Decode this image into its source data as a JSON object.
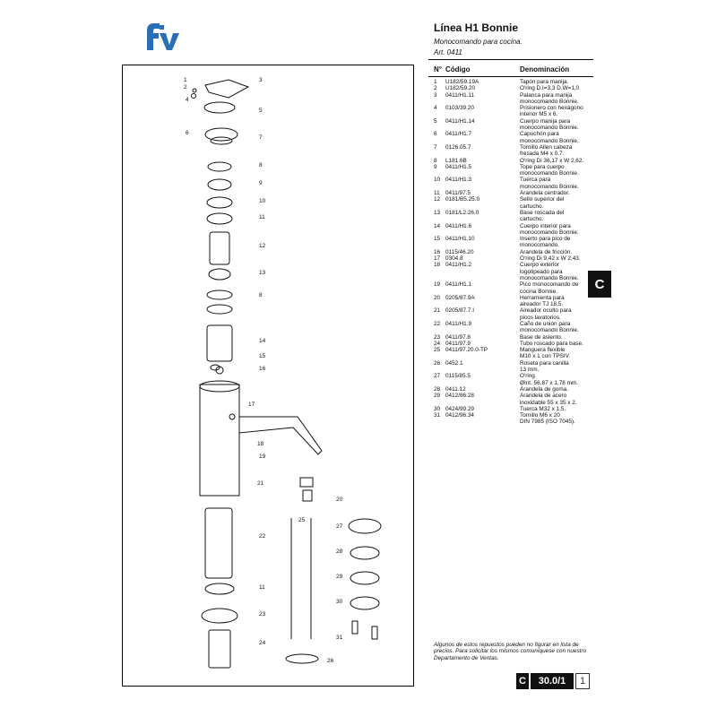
{
  "brand": {
    "logo_text": "fv",
    "logo_color": "#2a6fb5"
  },
  "header": {
    "title": "Línea H1 Bonnie",
    "subtitle": "Monocomando para cocina.",
    "article": "Art. 0411"
  },
  "table": {
    "col_no": "N°",
    "col_code": "Código",
    "col_desc": "Denominación",
    "rows": [
      {
        "n": "1",
        "code": "U182/59.19A",
        "desc": [
          "Tapón para manija."
        ]
      },
      {
        "n": "2",
        "code": "U182/59.20",
        "desc": [
          "O'ring D.I=3,3 D.W=1,0"
        ]
      },
      {
        "n": "3",
        "code": "0411/H1.11",
        "desc": [
          "Palanca para manija",
          "monocomando Bonnie."
        ]
      },
      {
        "n": "4",
        "code": "0103/39.20",
        "desc": [
          "Prisionero con hexágono",
          "interior M5 x 6."
        ]
      },
      {
        "n": "5",
        "code": "0411/H1.14",
        "desc": [
          "Cuerpo manija para",
          "monocomando Bonnie."
        ]
      },
      {
        "n": "6",
        "code": "0411/H1.7",
        "desc": [
          "Capuchón para",
          "monocomando Bonnie."
        ]
      },
      {
        "n": "7",
        "code": "0126.05.7",
        "desc": [
          "Tornillo Allen cabeza",
          "fresada M4 x 0.7."
        ]
      },
      {
        "n": "8",
        "code": "L181.6B",
        "desc": [
          "O'ring Di 36,17 x W 2,62."
        ]
      },
      {
        "n": "9",
        "code": "0411/H1.5",
        "desc": [
          "Tope para cuerpo",
          "monocomando Bonnie."
        ]
      },
      {
        "n": "10",
        "code": "0411/H1.3",
        "desc": [
          "Tuerca para",
          "monocomando Bonnie."
        ]
      },
      {
        "n": "11",
        "code": "0411/97.5",
        "desc": [
          "Arandela centrador."
        ]
      },
      {
        "n": "12",
        "code": "0181/B5.25.0",
        "desc": [
          "Sello superior del",
          "cartucho."
        ]
      },
      {
        "n": "13",
        "code": "0181/L2.26.0",
        "desc": [
          "Base roscada del",
          "cartucho."
        ]
      },
      {
        "n": "14",
        "code": "0411/H1.6",
        "desc": [
          "Cuerpo interior para",
          "monocomando Bonnie."
        ]
      },
      {
        "n": "15",
        "code": "0411/H1.10",
        "desc": [
          "Inserto para pico de",
          "monocomando."
        ]
      },
      {
        "n": "16",
        "code": "0115/46.20",
        "desc": [
          "Arandela de fricción."
        ]
      },
      {
        "n": "17",
        "code": "0304.8",
        "desc": [
          "O'ring Di 9,42 x W 2,43."
        ]
      },
      {
        "n": "18",
        "code": "0411/H1.2",
        "desc": [
          "Cuerpo exterior",
          "logotipeado para",
          "monocomando Bonnie."
        ]
      },
      {
        "n": "19",
        "code": "0411/H1.1",
        "desc": [
          "Pico monocomando de",
          "cocina Bonnie."
        ]
      },
      {
        "n": "20",
        "code": "0205/87.9A",
        "desc": [
          "Herramienta para",
          "aireador TJ 18.5."
        ]
      },
      {
        "n": "21",
        "code": "0205/87.7.I",
        "desc": [
          "Aireador oculto para",
          "picos lavatorios."
        ]
      },
      {
        "n": "22",
        "code": "0411/H1.9",
        "desc": [
          "Caño de unión para",
          "monocomando Bonnie."
        ]
      },
      {
        "n": "23",
        "code": "0411/97.8",
        "desc": [
          "Base de asiento."
        ]
      },
      {
        "n": "24",
        "code": "0411/97.9",
        "desc": [
          "Tubo roscado para base."
        ]
      },
      {
        "n": "25",
        "code": "0411/97.20.0-TP",
        "desc": [
          "Manguera flexible",
          "M10 x 1 con TPSIV."
        ]
      },
      {
        "n": "26",
        "code": "0452.1",
        "desc": [
          "Roseta para canilla",
          "13 mm."
        ]
      },
      {
        "n": "27",
        "code": "0115/85.5",
        "desc": [
          "O'ring",
          "ØInt. 56,87 x 1,78 mm."
        ]
      },
      {
        "n": "28",
        "code": "0411.12",
        "desc": [
          "Arandela de goma."
        ]
      },
      {
        "n": "29",
        "code": "0412/86.28",
        "desc": [
          "Arandela de acero",
          "inoxidable 55 x 35 x 2."
        ]
      },
      {
        "n": "30",
        "code": "0424/99.29",
        "desc": [
          "Tuerca M32 x 1,5."
        ]
      },
      {
        "n": "31",
        "code": "0412/96.34",
        "desc": [
          "Tornillo M6 x 20",
          "DIN 7985 (ISO 7045)."
        ]
      }
    ]
  },
  "side_badge": "C",
  "footer_note": "Algunos de estos repuestos pueden no figurar en lista de precios. Para solicitar los mismos comuníquese con nuestro Departamento de Ventas.",
  "page": {
    "section": "C",
    "number": "30.0/1",
    "sheet": "1"
  },
  "callouts": [
    "1",
    "2",
    "3",
    "4",
    "5",
    "6",
    "7",
    "8",
    "9",
    "10",
    "11",
    "12",
    "13",
    "8",
    "14",
    "15",
    "16",
    "17",
    "18",
    "19",
    "21",
    "20",
    "22",
    "11",
    "23",
    "24",
    "25",
    "27",
    "28",
    "29",
    "30",
    "31",
    "26"
  ]
}
